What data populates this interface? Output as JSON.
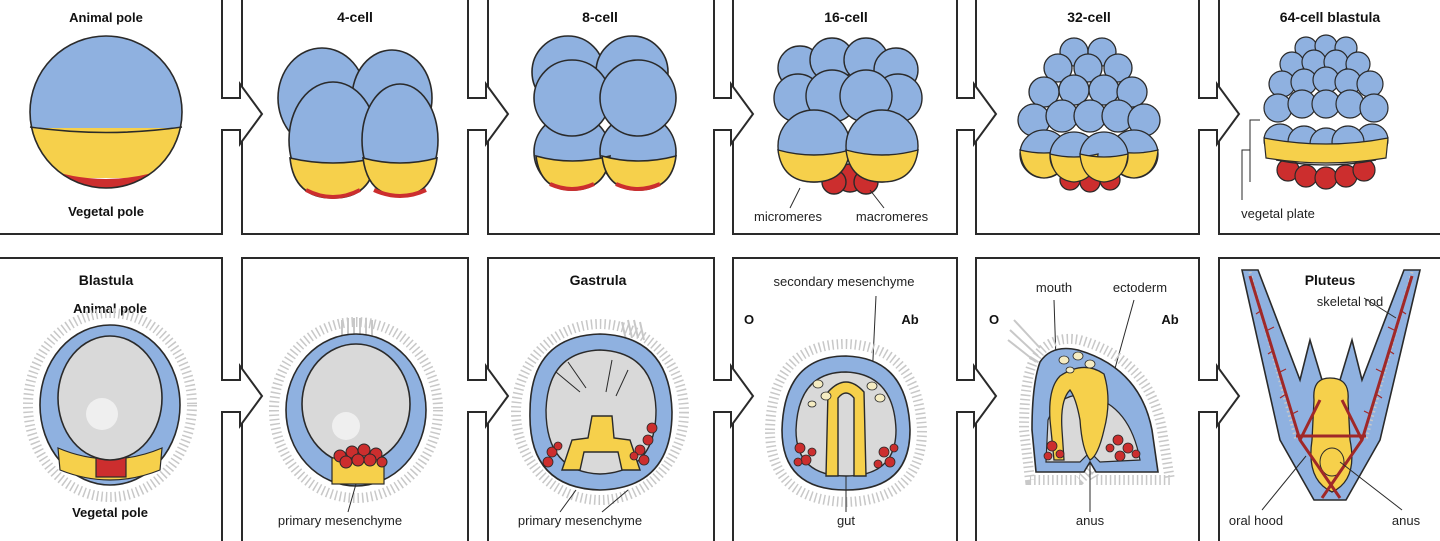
{
  "colors": {
    "animal": "#8fb1e0",
    "vegetal": "#f6d04b",
    "micromere": "#cc2e2e",
    "blastocoel": "#d9d9d9",
    "nucleus": "#efefef",
    "outline": "#2a2a2a",
    "cilia": "#c8c8c8"
  },
  "top": {
    "p1": {
      "animal_pole": "Animal pole",
      "vegetal_pole": "Vegetal pole"
    },
    "p2": {
      "title": "4-cell"
    },
    "p3": {
      "title": "8-cell"
    },
    "p4": {
      "title": "16-cell",
      "micromeres": "micromeres",
      "macromeres": "macromeres"
    },
    "p5": {
      "title": "32-cell"
    },
    "p6": {
      "title": "64-cell blastula",
      "vegetal_plate": "vegetal plate"
    }
  },
  "bottom": {
    "p1": {
      "title": "Blastula",
      "animal_pole": "Animal pole",
      "vegetal_pole": "Vegetal pole"
    },
    "p2": {
      "primary_mesenchyme": "primary mesenchyme"
    },
    "p3": {
      "title": "Gastrula",
      "primary_mesenchyme": "primary mesenchyme"
    },
    "p4": {
      "secondary_mesenchyme": "secondary mesenchyme",
      "o": "O",
      "ab": "Ab",
      "gut": "gut"
    },
    "p5": {
      "mouth": "mouth",
      "ectoderm": "ectoderm",
      "o": "O",
      "ab": "Ab",
      "anus": "anus"
    },
    "p6": {
      "title": "Pluteus",
      "skeletal_rod": "skeletal rod",
      "oral_hood": "oral hood",
      "anus": "anus"
    }
  }
}
